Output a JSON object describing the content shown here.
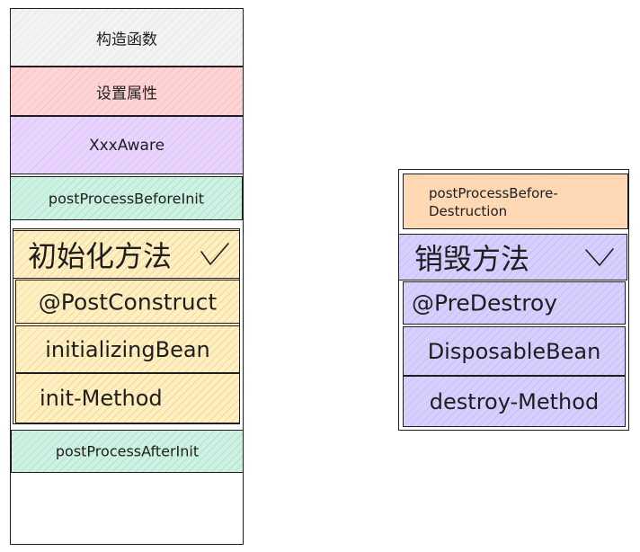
{
  "init_column": {
    "constructor": "构造函数",
    "set_properties": "设置属性",
    "aware": "XxxAware",
    "before_init": "postProcessBeforeInit",
    "init_methods": {
      "title": "初始化方法",
      "items": [
        "@PostConstruct",
        "initializingBean",
        "init-Method"
      ]
    },
    "after_init": "postProcessAfterInit"
  },
  "destroy_column": {
    "before_destruction": [
      "postProcessBefore-",
      "Destruction"
    ],
    "destroy_methods": {
      "title": "销毁方法",
      "items": [
        "@PreDestroy",
        "DisposableBean",
        "destroy-Method"
      ]
    }
  },
  "colors": {
    "gray": "#f3f3f3",
    "red": "#ffd4d4",
    "purple": "#e9d4ff",
    "green": "#cdf2e2",
    "yellow": "#fff0c4",
    "orange": "#ffd9b3",
    "violet": "#d6d0ff",
    "stroke": "#1e1e1e"
  },
  "icons": [
    "checkmark-icon"
  ]
}
